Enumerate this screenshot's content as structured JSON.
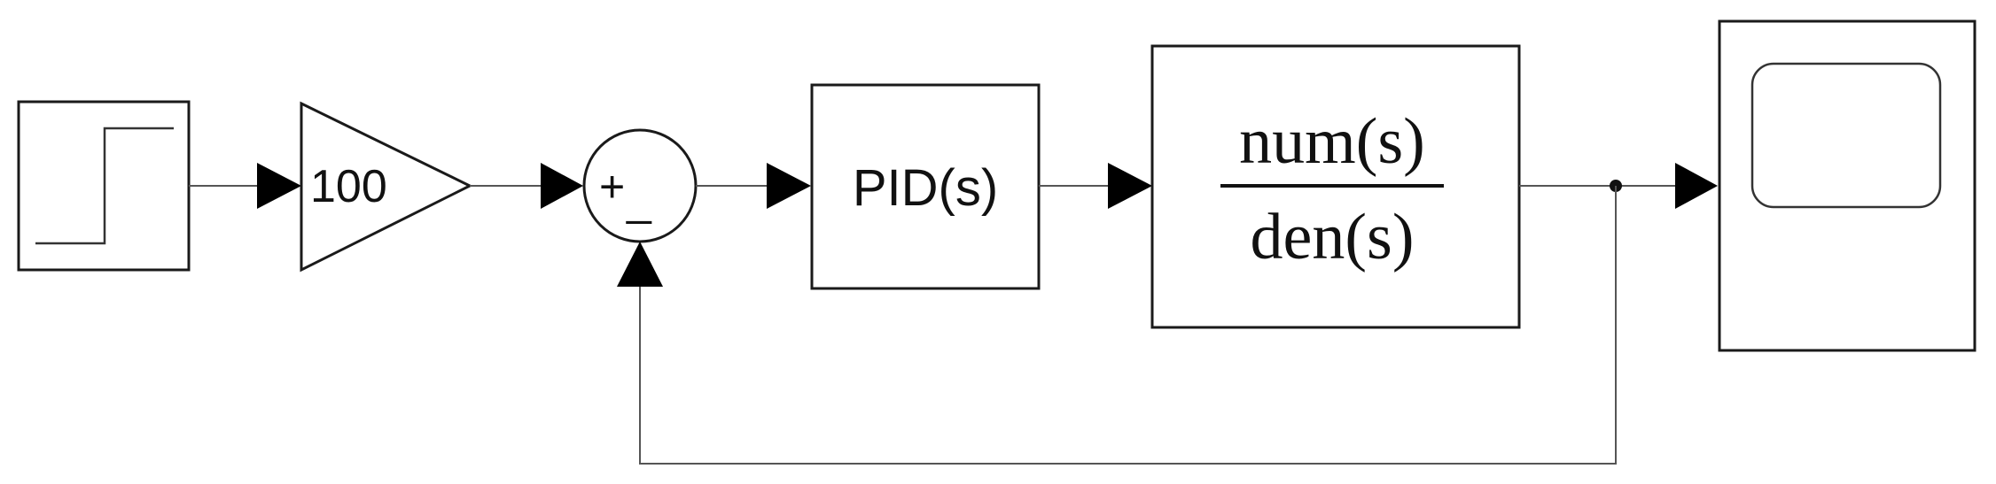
{
  "gain": {
    "value": "100"
  },
  "sum": {
    "plus": "+",
    "minus": "_"
  },
  "pid": {
    "label": "PID(s)"
  },
  "transfer_fcn": {
    "numerator": "num(s)",
    "denominator": "den(s)"
  },
  "colors": {
    "block_border": "#1a1a1a",
    "wire": "#555555",
    "arrow": "#000000",
    "background": "#ffffff"
  },
  "blocks": [
    {
      "id": "step",
      "icon": "step-icon"
    },
    {
      "id": "gain",
      "icon": "triangle-gain-icon"
    },
    {
      "id": "sum",
      "icon": "sum-circle-icon"
    },
    {
      "id": "pid",
      "icon": "pid-controller-icon"
    },
    {
      "id": "transfer_fcn",
      "icon": "fraction-icon"
    },
    {
      "id": "scope",
      "icon": "scope-screen-icon"
    }
  ]
}
